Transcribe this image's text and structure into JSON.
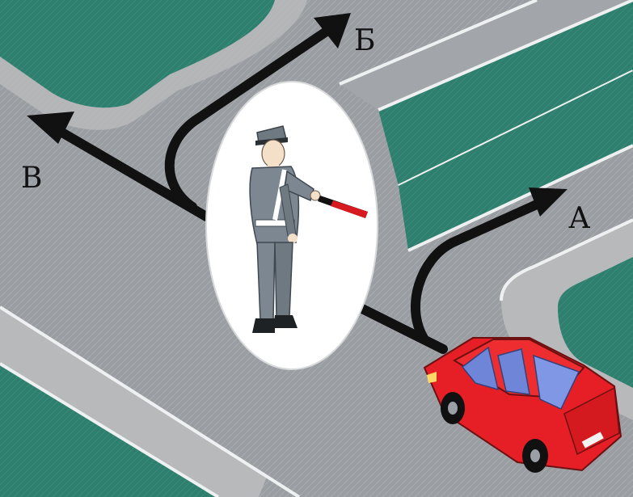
{
  "labels": {
    "a": "А",
    "b": "Б",
    "v": "В"
  },
  "colors": {
    "asphalt": "#9a9ea3",
    "lane_marking": "#eef0f1",
    "grass": "#2f7f6f",
    "sidewalk": "#b7b9bb",
    "arrow": "#111111",
    "car": "#e51f25",
    "car_glass": "#6f86d8",
    "officer_uniform": "#7c8791",
    "baton": "#d71a1f",
    "oval_bg": "#ffffff"
  },
  "icons": {
    "arrow_a": "arrow-a-icon",
    "arrow_b": "arrow-b-icon",
    "arrow_v": "arrow-v-icon",
    "car": "car-icon",
    "officer": "traffic-officer-icon"
  }
}
